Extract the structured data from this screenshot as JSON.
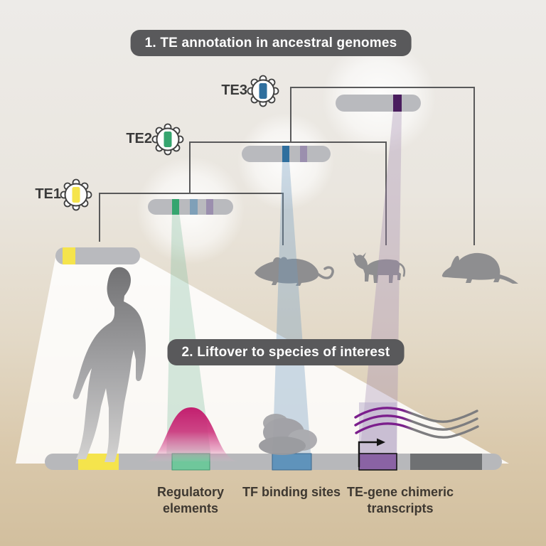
{
  "figure": {
    "step1_banner": "1. TE annotation in ancestral genomes",
    "step2_banner": "2. Liftover to species of interest",
    "te_labels": {
      "te1": "TE1",
      "te2": "TE2",
      "te3": "TE3"
    },
    "bottom_labels": {
      "regulatory": "Regulatory elements",
      "tf_binding": "TF binding sites",
      "chimeric": "TE-gene chimeric transcripts"
    }
  },
  "icons": {
    "te_particle": "circled-te-particle-icon",
    "human": "human-silhouette",
    "mouse": "mouse-silhouette",
    "cow": "cow-silhouette",
    "armadillo": "armadillo-silhouette",
    "tss_arrow": "transcription-start-arrow",
    "tf_complex": "protein-blob",
    "peak": "regulatory-peak",
    "transcripts": "wavy-transcript-lines"
  },
  "colors": {
    "te1-yellow": "#f5e44c",
    "te2-green": "#35a56f",
    "te3-blue": "#2f6f9e",
    "band-purple-dark": "#4a1d5e",
    "band-blue-muted": "#7fa0b8",
    "band-purple-muted": "#9b8fae",
    "chromosome-gray": "#b9babe",
    "bar-gray": "#b7b8bb",
    "segment-green": "#6fc79b",
    "segment-blue": "#5f93bb",
    "segment-purple": "#8a63a4",
    "segment-darkgray": "#6f7173",
    "peak-pink": "#c2186b",
    "transcript-purple": "#7b1e8c",
    "transcript-gray": "#7d7d7f",
    "banner-bg": "#59595b",
    "banner-text": "#ffffff",
    "tree-line": "#59595a",
    "animal-gray": "#8e8e90",
    "label-text": "#3e3831"
  }
}
